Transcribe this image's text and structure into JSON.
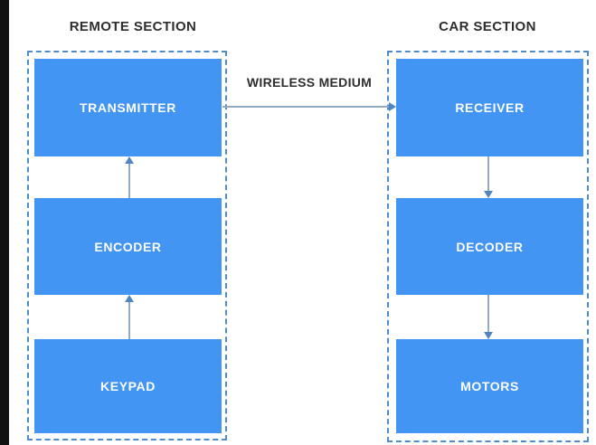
{
  "diagram": {
    "title_hint": "RF remote controlled car block diagram",
    "remote_section": {
      "title": "REMOTE SECTION",
      "blocks": [
        {
          "label": "TRANSMITTER"
        },
        {
          "label": "ENCODER"
        },
        {
          "label": "KEYPAD"
        }
      ]
    },
    "car_section": {
      "title": "CAR SECTION",
      "blocks": [
        {
          "label": "RECEIVER"
        },
        {
          "label": "DECODER"
        },
        {
          "label": "MOTORS"
        }
      ]
    },
    "link_label": "WIRELESS MEDIUM",
    "arrows": [
      {
        "from": "KEYPAD",
        "to": "ENCODER",
        "direction": "up"
      },
      {
        "from": "ENCODER",
        "to": "TRANSMITTER",
        "direction": "up"
      },
      {
        "from": "TRANSMITTER",
        "to": "RECEIVER",
        "direction": "right",
        "label": "WIRELESS MEDIUM"
      },
      {
        "from": "RECEIVER",
        "to": "DECODER",
        "direction": "down"
      },
      {
        "from": "DECODER",
        "to": "MOTORS",
        "direction": "down"
      }
    ],
    "colors": {
      "block_fill": "#4295f2",
      "block_text": "#ffffff",
      "section_border": "#4f8ccd",
      "arrow_line": "#93abc2",
      "arrow_head": "#4d86c2",
      "title_text": "#2e2e2e",
      "frame_bar": "#121212",
      "background": "#ffffff"
    }
  }
}
